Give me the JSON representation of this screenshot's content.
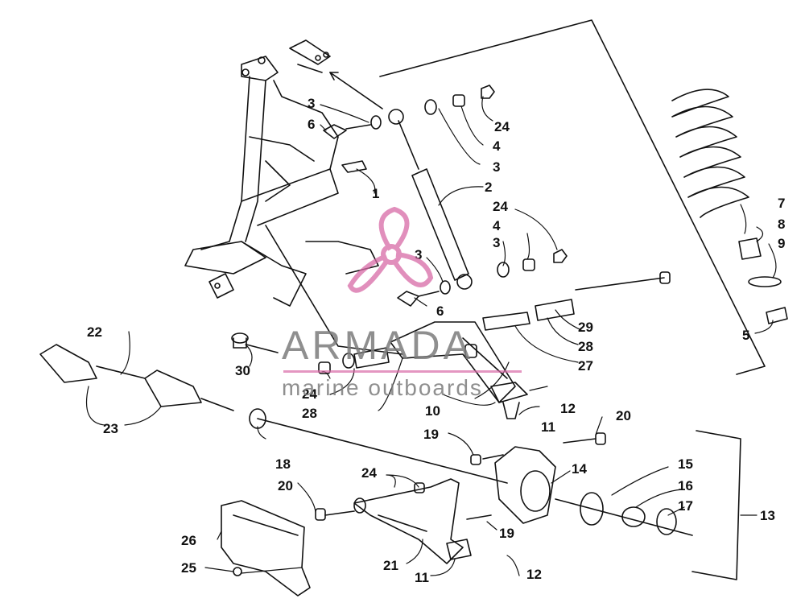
{
  "diagram": {
    "callouts": [
      {
        "id": "c1",
        "text": "1"
      },
      {
        "id": "c2",
        "text": "2"
      },
      {
        "id": "c3a",
        "text": "3"
      },
      {
        "id": "c3b",
        "text": "3"
      },
      {
        "id": "c3c",
        "text": "3"
      },
      {
        "id": "c3d",
        "text": "3"
      },
      {
        "id": "c4a",
        "text": "4"
      },
      {
        "id": "c4b",
        "text": "4"
      },
      {
        "id": "c5",
        "text": "5"
      },
      {
        "id": "c6a",
        "text": "6"
      },
      {
        "id": "c6b",
        "text": "6"
      },
      {
        "id": "c7",
        "text": "7"
      },
      {
        "id": "c8",
        "text": "8"
      },
      {
        "id": "c9",
        "text": "9"
      },
      {
        "id": "c10",
        "text": "10"
      },
      {
        "id": "c11a",
        "text": "11"
      },
      {
        "id": "c11b",
        "text": "11"
      },
      {
        "id": "c12a",
        "text": "12"
      },
      {
        "id": "c12b",
        "text": "12"
      },
      {
        "id": "c13",
        "text": "13"
      },
      {
        "id": "c14",
        "text": "14"
      },
      {
        "id": "c15",
        "text": "15"
      },
      {
        "id": "c16",
        "text": "16"
      },
      {
        "id": "c17",
        "text": "17"
      },
      {
        "id": "c18",
        "text": "18"
      },
      {
        "id": "c19a",
        "text": "19"
      },
      {
        "id": "c19b",
        "text": "19"
      },
      {
        "id": "c20a",
        "text": "20"
      },
      {
        "id": "c20b",
        "text": "20"
      },
      {
        "id": "c21",
        "text": "21"
      },
      {
        "id": "c22",
        "text": "22"
      },
      {
        "id": "c23",
        "text": "23"
      },
      {
        "id": "c24a",
        "text": "24"
      },
      {
        "id": "c24b",
        "text": "24"
      },
      {
        "id": "c24c",
        "text": "24"
      },
      {
        "id": "c24d",
        "text": "24"
      },
      {
        "id": "c25",
        "text": "25"
      },
      {
        "id": "c26",
        "text": "26"
      },
      {
        "id": "c27",
        "text": "27"
      },
      {
        "id": "c28a",
        "text": "28"
      },
      {
        "id": "c28b",
        "text": "28"
      },
      {
        "id": "c29",
        "text": "29"
      },
      {
        "id": "c30",
        "text": "30"
      }
    ]
  },
  "watermark": {
    "title": "ARMADA",
    "subtitle": "marine outboards",
    "accent_color": "#d86aa6",
    "text_color": "#7c7c7c"
  }
}
